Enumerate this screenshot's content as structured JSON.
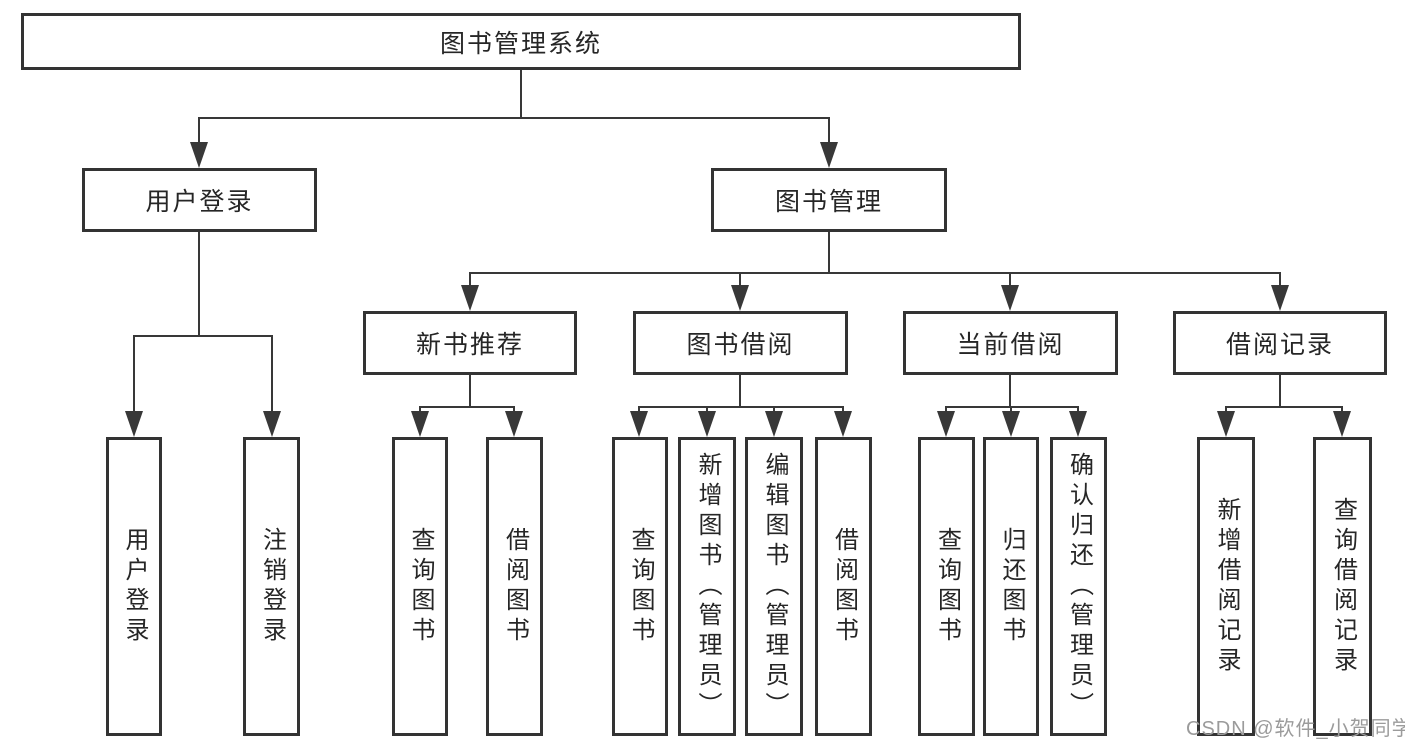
{
  "diagram": {
    "root": "图书管理系统",
    "level1": [
      {
        "label": "用户登录",
        "leaves": [
          "用户登录",
          "注销登录"
        ]
      },
      {
        "label": "图书管理",
        "groups": [
          {
            "label": "新书推荐",
            "leaves": [
              "查询图书",
              "借阅图书"
            ]
          },
          {
            "label": "图书借阅",
            "leaves": [
              "查询图书",
              "新增图书（管理员）",
              "编辑图书（管理员）",
              "借阅图书"
            ]
          },
          {
            "label": "当前借阅",
            "leaves": [
              "查询图书",
              "归还图书",
              "确认归还（管理员）"
            ]
          },
          {
            "label": "借阅记录",
            "leaves": [
              "新增借阅记录",
              "查询借阅记录"
            ]
          }
        ]
      }
    ]
  },
  "watermark": "CSDN @软件_小贺同学",
  "colors": {
    "line": "#383838",
    "box_border": "#333333",
    "box_fill": "#ffffff",
    "text": "#262626",
    "watermark_text": "#9b9b9b"
  }
}
